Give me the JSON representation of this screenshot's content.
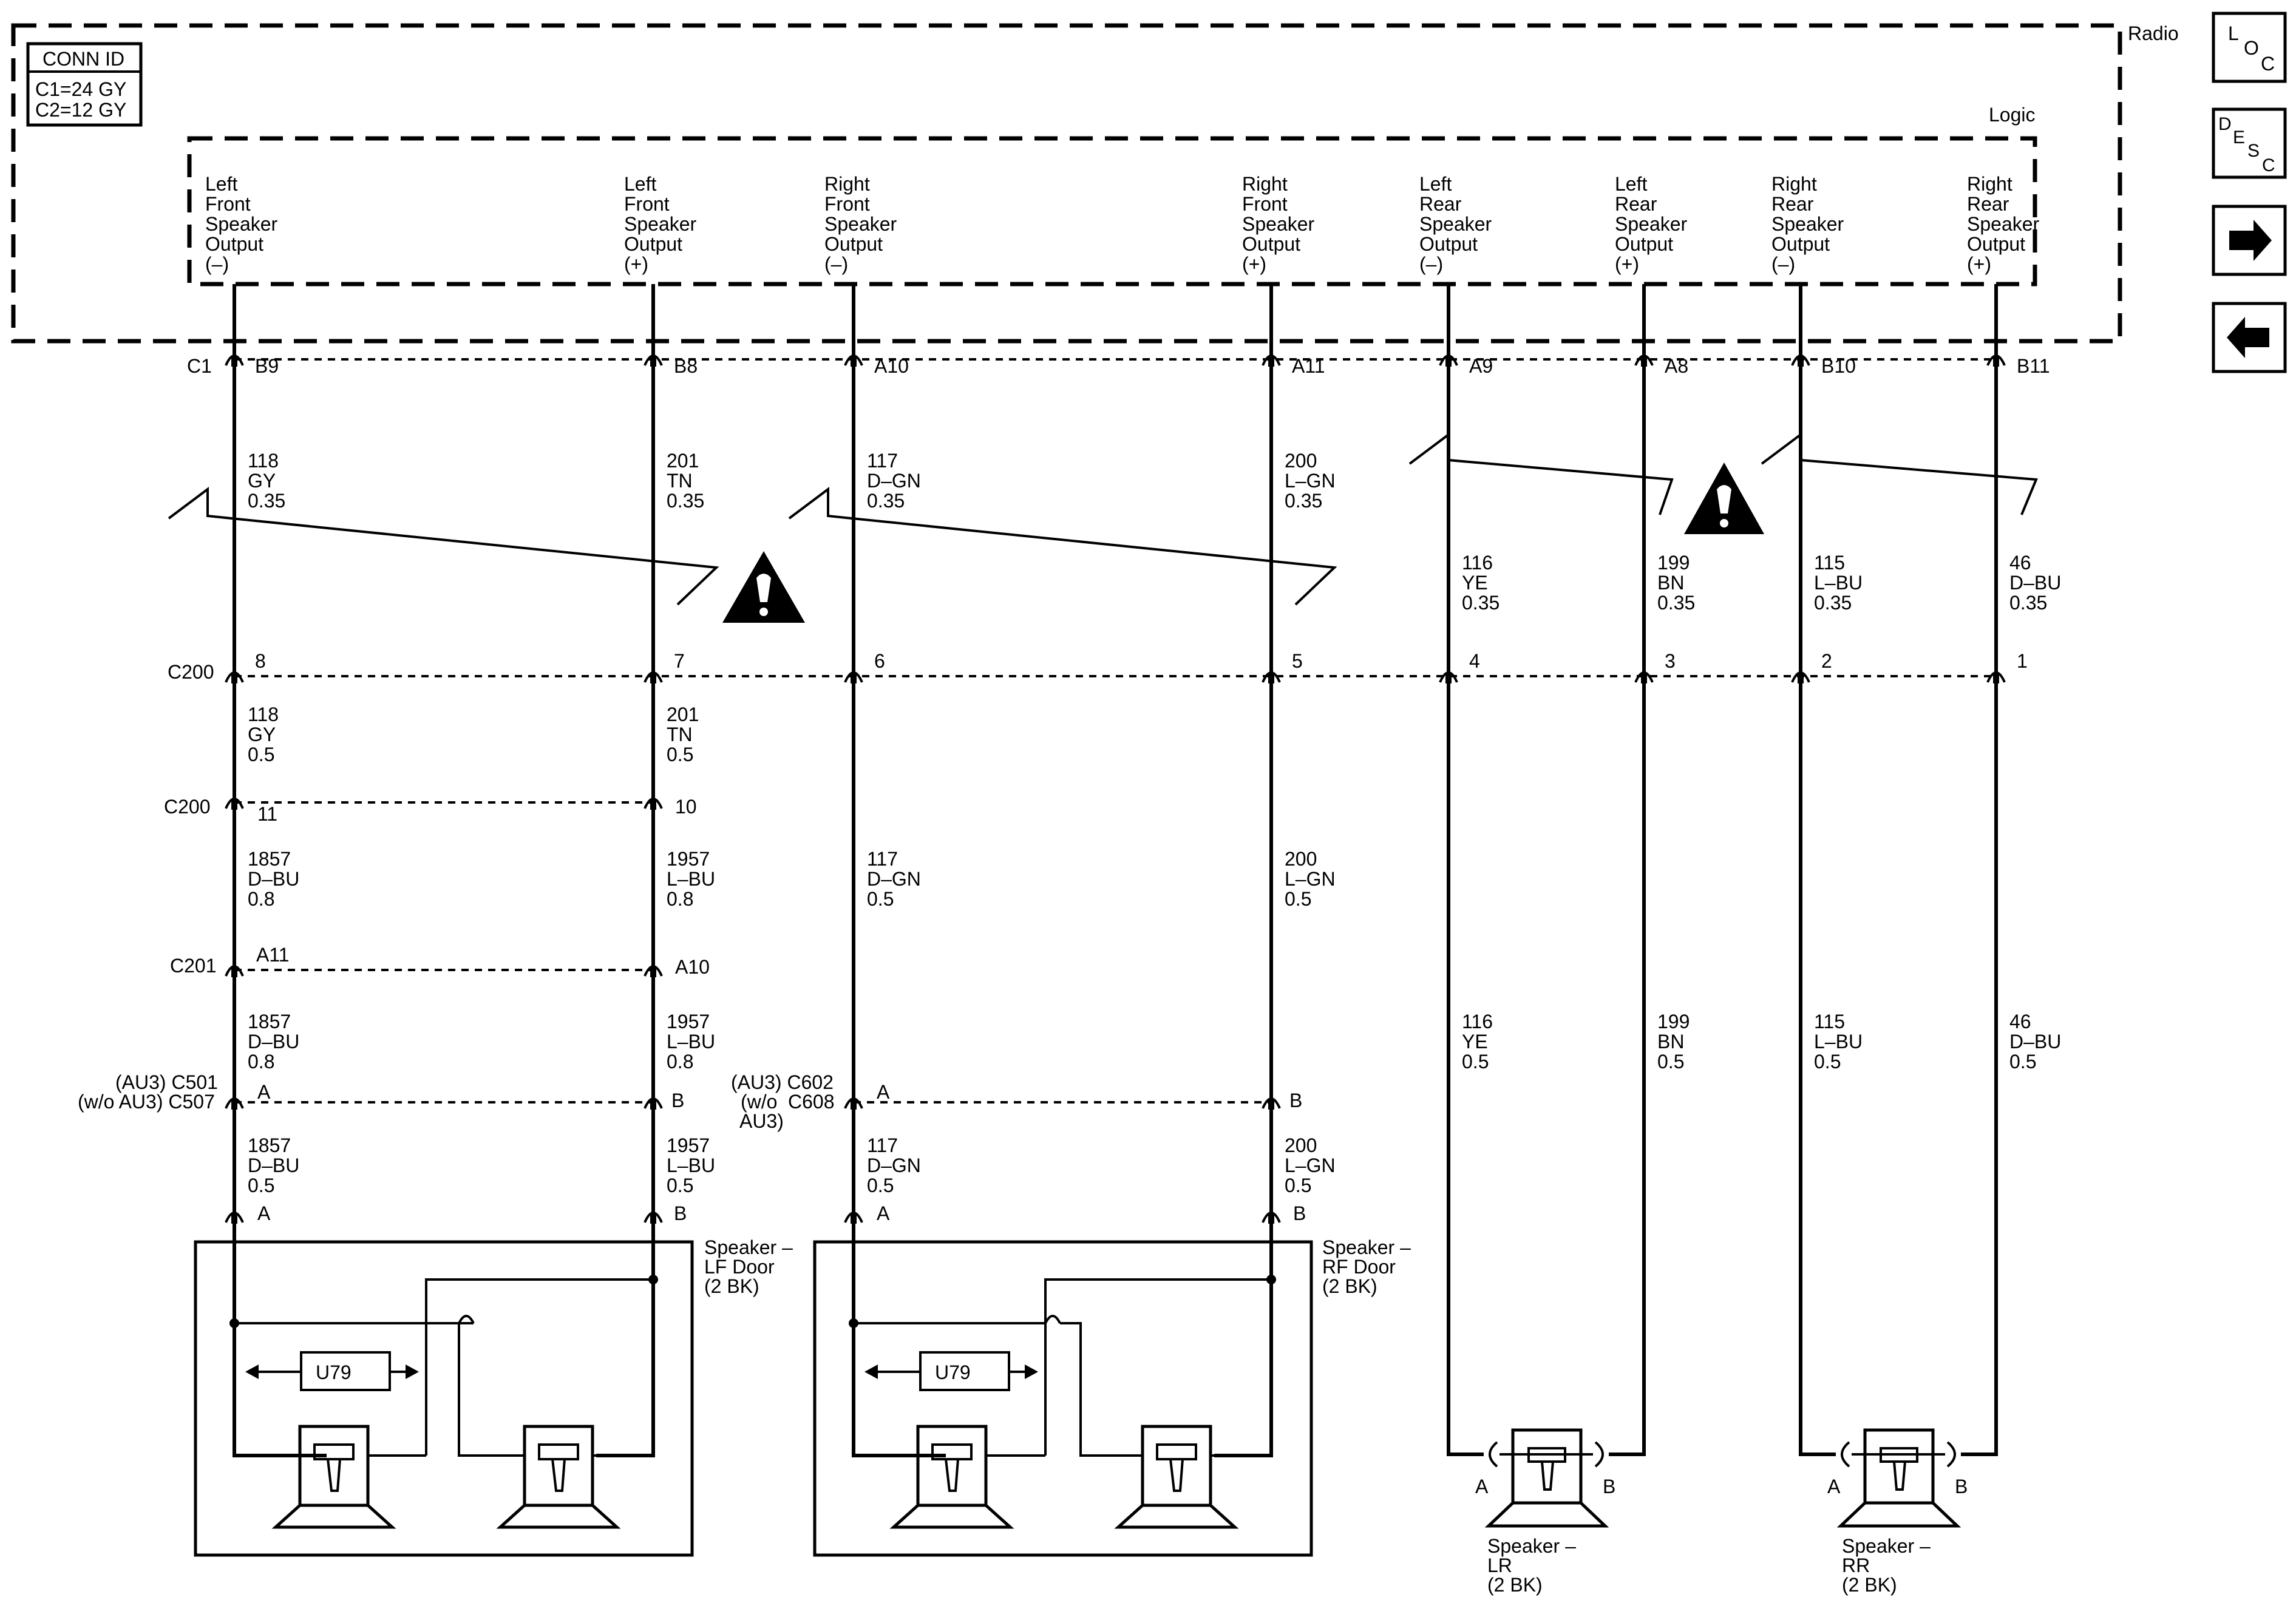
{
  "conn_id": {
    "title": "CONN ID",
    "c1": "C1=24 GY",
    "c2": "C2=12 GY"
  },
  "radio_label": "Radio",
  "logic_label": "Logic",
  "nav": {
    "loc": [
      "L",
      "O",
      "C"
    ],
    "desc": [
      "D",
      "E",
      "S",
      "C"
    ]
  },
  "outputs": [
    {
      "lines": [
        "Left",
        "Front",
        "Speaker",
        "Output",
        "(–)"
      ]
    },
    {
      "lines": [
        "Left",
        "Front",
        "Speaker",
        "Output",
        "(+)"
      ]
    },
    {
      "lines": [
        "Right",
        "Front",
        "Speaker",
        "Output",
        "(–)"
      ]
    },
    {
      "lines": [
        "Right",
        "Front",
        "Speaker",
        "Output",
        "(+)"
      ]
    },
    {
      "lines": [
        "Left",
        "Rear",
        "Speaker",
        "Output",
        "(–)"
      ]
    },
    {
      "lines": [
        "Left",
        "Rear",
        "Speaker",
        "Output",
        "(+)"
      ]
    },
    {
      "lines": [
        "Right",
        "Rear",
        "Speaker",
        "Output",
        "(–)"
      ]
    },
    {
      "lines": [
        "Right",
        "Rear",
        "Speaker",
        "Output",
        "(+)"
      ]
    }
  ],
  "connectors": {
    "c1": {
      "name": "C1",
      "pins": [
        "B9",
        "B8",
        "A10",
        "A11",
        "A9",
        "A8",
        "B10",
        "B11"
      ]
    },
    "c200_top": {
      "name": "C200",
      "pins": [
        "8",
        "7",
        "6",
        "5",
        "4",
        "3",
        "2",
        "1"
      ]
    },
    "c200_lf": {
      "name": "C200",
      "pins": [
        "11",
        "10"
      ]
    },
    "c201": {
      "name": "C201",
      "pins": [
        "A11",
        "A10"
      ]
    },
    "c501": {
      "name_lines": [
        "(AU3) C501",
        "(w/o AU3) C507"
      ],
      "pins": [
        "A",
        "B"
      ]
    },
    "c602": {
      "name_lines": [
        "(AU3) C602",
        "(w/o",
        "C608",
        "AU3)"
      ],
      "pins": [
        "A",
        "B"
      ]
    },
    "spk_pins": [
      "A",
      "B",
      "A",
      "B"
    ]
  },
  "wires_top": [
    [
      "118",
      "GY",
      "0.35"
    ],
    [
      "201",
      "TN",
      "0.35"
    ],
    [
      "117",
      "D–GN",
      "0.35"
    ],
    [
      "200",
      "L–GN",
      "0.35"
    ]
  ],
  "wires_rear_top": [
    [
      "116",
      "YE",
      "0.35"
    ],
    [
      "199",
      "BN",
      "0.35"
    ],
    [
      "115",
      "L–BU",
      "0.35"
    ],
    [
      "46",
      "D–BU",
      "0.35"
    ]
  ],
  "wires_lf_seg1": [
    [
      "118",
      "GY",
      "0.5"
    ],
    [
      "201",
      "TN",
      "0.5"
    ]
  ],
  "wires_lf_seg2": [
    [
      "1857",
      "D–BU",
      "0.8"
    ],
    [
      "1957",
      "L–BU",
      "0.8"
    ]
  ],
  "wires_lf_seg3": [
    [
      "1857",
      "D–BU",
      "0.8"
    ],
    [
      "1957",
      "L–BU",
      "0.8"
    ]
  ],
  "wires_lf_seg4": [
    [
      "1857",
      "D–BU",
      "0.5"
    ],
    [
      "1957",
      "L–BU",
      "0.5"
    ]
  ],
  "wires_rf_seg1": [
    [
      "117",
      "D–GN",
      "0.5"
    ],
    [
      "200",
      "L–GN",
      "0.5"
    ]
  ],
  "wires_rf_seg2": [
    [
      "117",
      "D–GN",
      "0.5"
    ],
    [
      "200",
      "L–GN",
      "0.5"
    ]
  ],
  "wires_rear_bottom": [
    [
      "116",
      "YE",
      "0.5"
    ],
    [
      "199",
      "BN",
      "0.5"
    ],
    [
      "115",
      "L–BU",
      "0.5"
    ],
    [
      "46",
      "D–BU",
      "0.5"
    ]
  ],
  "speakers": {
    "lf": [
      "Speaker –",
      "LF Door",
      "(2 BK)"
    ],
    "rf": [
      "Speaker –",
      "RF Door",
      "(2 BK)"
    ],
    "lr": [
      "Speaker –",
      "LR",
      "(2 BK)"
    ],
    "rr": [
      "Speaker –",
      "RR",
      "(2 BK)"
    ]
  },
  "u79_label": "U79"
}
